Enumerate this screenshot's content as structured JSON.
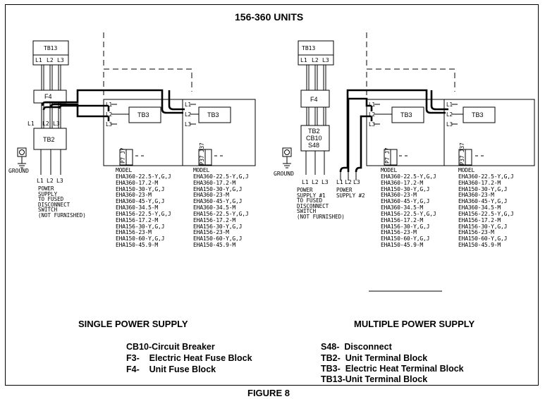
{
  "title": "156-360 UNITS",
  "figure_label": "FIGURE 8",
  "single": {
    "heading": "SINGLE POWER SUPPLY",
    "tb13": "TB13",
    "f4": "F4",
    "tb2": "TB2",
    "ground": "GROUND",
    "l_top": [
      "L1",
      "L2",
      "L3"
    ],
    "l_bottom": [
      "L1",
      "L2",
      "L3"
    ],
    "power_note": [
      "POWER",
      "SUPPLY",
      "TO FUSED",
      "DISCONNECT",
      "SWITCH",
      "(NOT FURNISHED)"
    ],
    "tb3_a": "TB3",
    "tb3_b": "TB3",
    "term_a": [
      "L1",
      "L2",
      "L3"
    ],
    "term_b": [
      "L1",
      "L2",
      "L3"
    ],
    "plug_a": "P7 J7",
    "plug_b": "P37 J37",
    "models_a_title": "MODEL",
    "models_a": [
      "EHA360-22.5-Y,G,J",
      "EHA360-17.2-M",
      "EHA150-30-Y,G,J",
      "EHA360-23-M",
      "EHA360-45-Y,G,J",
      "EHA360-34.5-M",
      "EHA156-22.5-Y,G,J",
      "EHA156-17.2-M",
      "EHA156-30-Y,G,J",
      "EHA156-23-M",
      "EHA150-60-Y,G,J",
      "EHA150-45.9-M"
    ],
    "models_b_title": "MODEL",
    "models_b": [
      "EHA360-22.5-Y,G,J",
      "EHA360-17.2-M",
      "EHA150-30-Y,G,J",
      "EHA360-23-M",
      "EHA360-45-Y,G,J",
      "EHA360-34.5-M",
      "EHA156-22.5-Y,G,J",
      "EHA156-17.2-M",
      "EHA156-30-Y,G,J",
      "EHA156-23-M",
      "EHA150-60-Y,G,J",
      "EHA150-45.9-M"
    ]
  },
  "multiple": {
    "heading": "MULTIPLE POWER SUPPLY",
    "tb13": "TB13",
    "f4": "F4",
    "tb2_lines": [
      "TB2",
      "CB10",
      "S48"
    ],
    "ground": "GROUND",
    "l_top": [
      "L1",
      "L2",
      "L3"
    ],
    "l_bottom_1": [
      "L1",
      "L2",
      "L3"
    ],
    "l_bottom_2": [
      "L1",
      "L2",
      "L3"
    ],
    "power_note_1": [
      "POWER",
      "SUPPLY #1",
      "TO FUSED",
      "DISCONNECT",
      "SWITCH",
      "(NOT FURNISHED)"
    ],
    "power_note_2": [
      "POWER",
      "SUPPLY #2"
    ],
    "tb3_a": "TB3",
    "tb3_b": "TB3",
    "term_a": [
      "L1",
      "L2",
      "L3"
    ],
    "term_b": [
      "L1",
      "L2",
      "L3"
    ],
    "plug_a": "P7 J7",
    "plug_b": "P37 J37",
    "models_a_title": "MODEL",
    "models_a": [
      "EHA360-22.5-Y,G,J",
      "EHA360-17.2-M",
      "EHA150-30-Y,G,J",
      "EHA360-23-M",
      "EHA360-45-Y,G,J",
      "EHA360-34.5-M",
      "EHA156-22.5-Y,G,J",
      "EHA156-17.2-M",
      "EHA156-30-Y,G,J",
      "EHA156-23-M",
      "EHA150-60-Y,G,J",
      "EHA150-45.9-M"
    ],
    "models_b_title": "MODEL",
    "models_b": [
      "EHA360-22.5-Y,G,J",
      "EHA360-17.2-M",
      "EHA150-30-Y,G,J",
      "EHA360-23-M",
      "EHA360-45-Y,G,J",
      "EHA360-34.5-M",
      "EHA156-22.5-Y,G,J",
      "EHA156-17.2-M",
      "EHA156-30-Y,G,J",
      "EHA156-23-M",
      "EHA150-60-Y,G,J",
      "EHA150-45.9-M"
    ]
  },
  "legend_left": [
    "CB10-Circuit Breaker",
    "F3-    Electric Heat Fuse Block",
    "F4-    Unit Fuse Block"
  ],
  "legend_right": [
    "S48-  Disconnect",
    "TB2-  Unit Terminal Block",
    "TB3-  Electric Heat Terminal Block",
    "TB13-Unit Terminal Block"
  ]
}
